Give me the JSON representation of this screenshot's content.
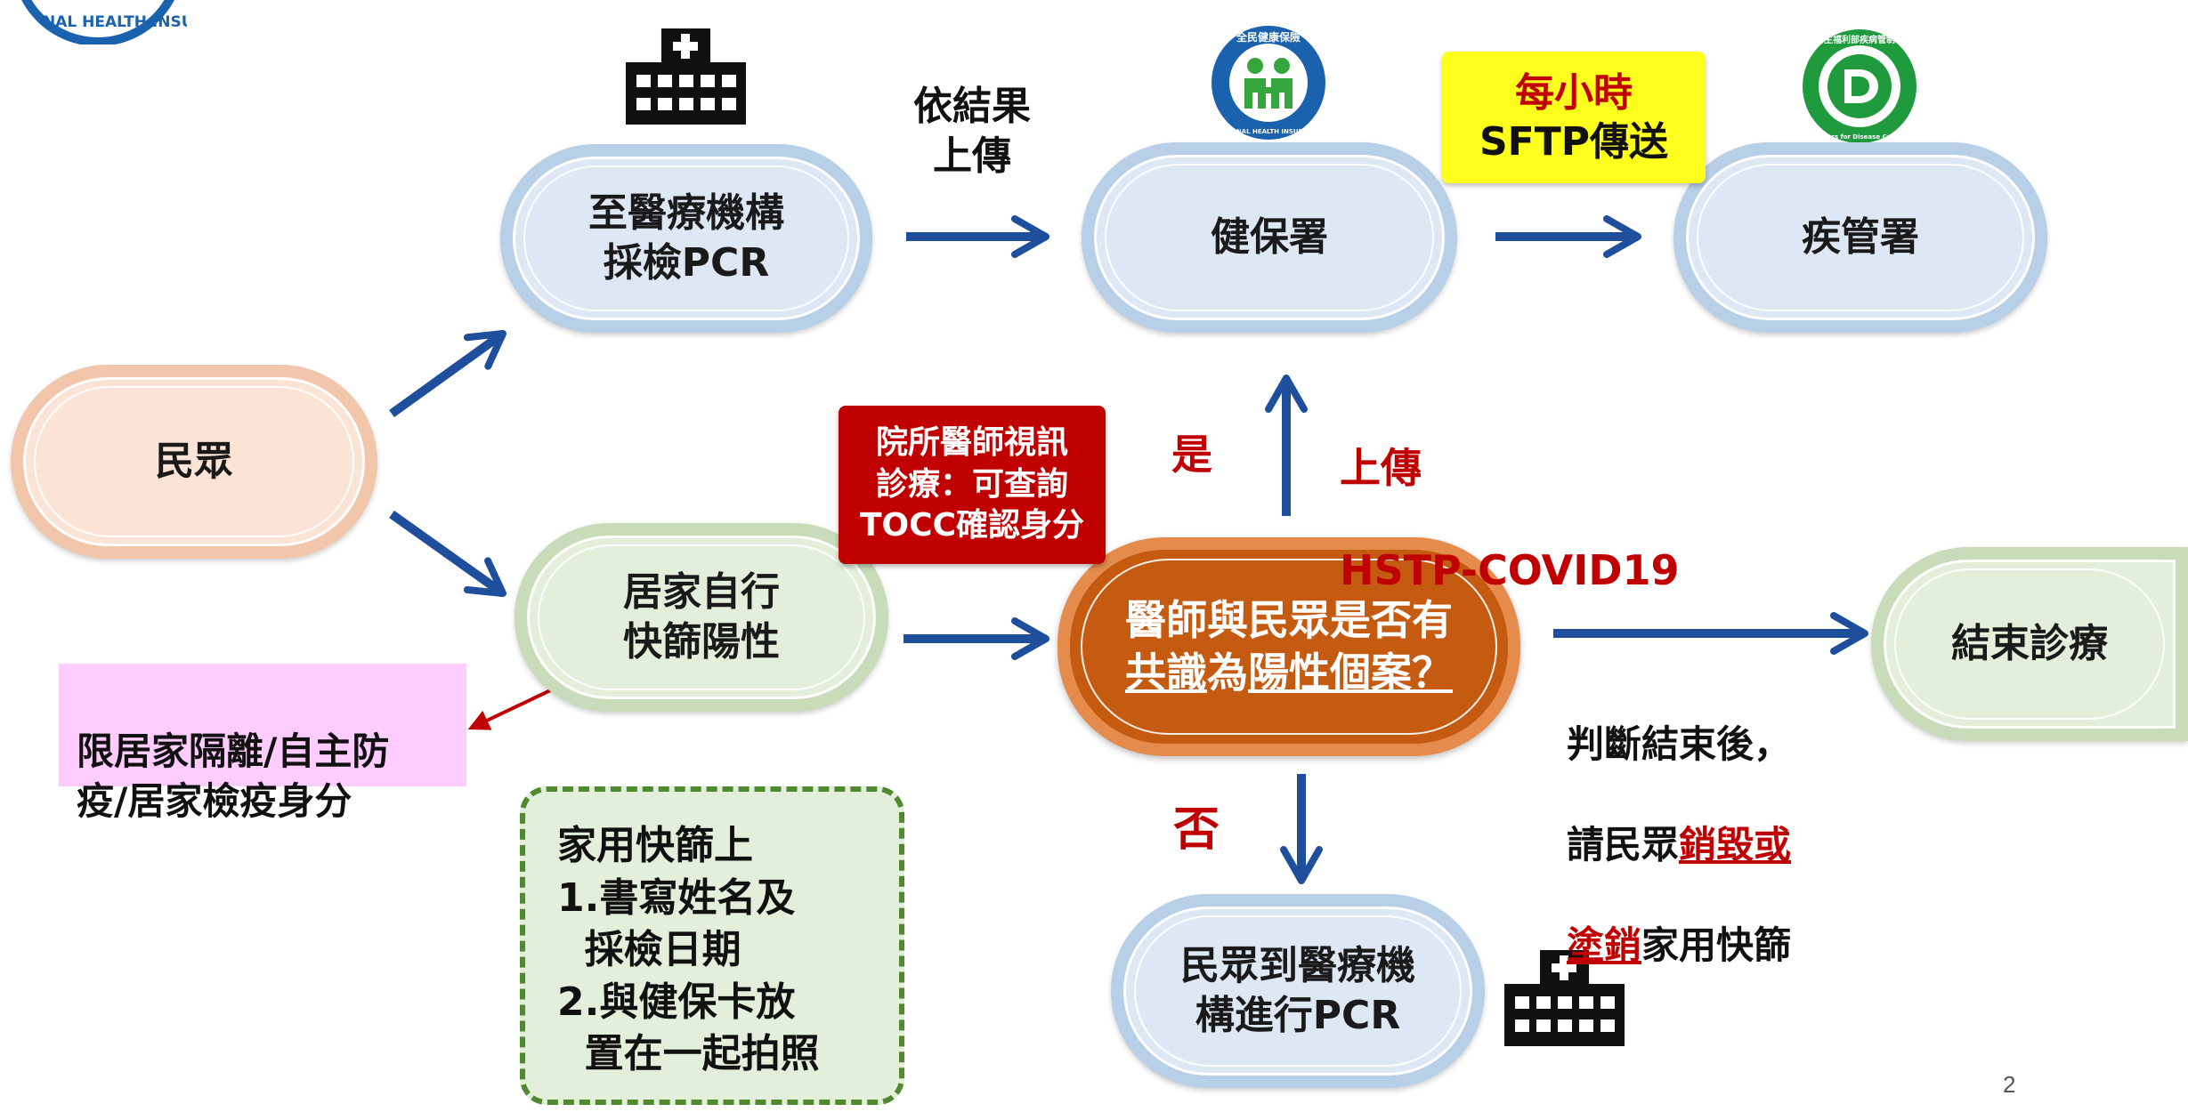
{
  "colors": {
    "arrow": "#1f4e9c",
    "accent_red": "#c00000",
    "node_blue_fill": "#dde8f4",
    "node_green_fill": "#e3efda",
    "node_peach_fill": "#fbe3d5",
    "decision_fill": "#c55a11",
    "highlight_yellow": "#ffff1e",
    "note_pink": "#ffccff"
  },
  "icons": {
    "nhi_logo_corner": "national-health-insurance-logo",
    "hospital_top": "hospital-building-icon",
    "nhi_logo": "national-health-insurance-logo",
    "cdc_logo": "centers-for-disease-control-logo",
    "hospital_bottom": "hospital-building-icon"
  },
  "logos": {
    "corner_text": "NAL HEALTH INSU",
    "nhi_text": "NATIONAL HEALTH INSURANCE",
    "nhi_cn": "全民健康保險",
    "cdc_text": "Centers for Disease Control",
    "cdc_cn": "衛生福利部疾病管制署"
  },
  "nodes": {
    "public": "民眾",
    "hospital_pcr": "至醫療機構\n採檢PCR",
    "nhia": "健保署",
    "cdc": "疾管署",
    "home_test": "居家自行\n快篩陽性",
    "decision_line1": "醫師與民眾是否有",
    "decision_line2_a": "共識",
    "decision_line2_b": "為",
    "decision_line2_c": "陽性個案",
    "decision_line2_d": "？",
    "end": "結束診療",
    "goto_pcr": "民眾到醫療機\n構進行PCR"
  },
  "labels": {
    "upload_by_result": "依結果\n上傳",
    "hourly": "每小時",
    "sftp": "SFTP傳送",
    "yes": "是",
    "no": "否",
    "upload_hstp_1": "上傳",
    "upload_hstp_2": "HSTP-COVID19",
    "video_consult": "院所醫師視訊\n診療：可查詢\nTOCC確認身分",
    "restriction": "限居家隔離/自主防\n疫/居家檢疫身分",
    "after_judgement_1": "判斷結束後，",
    "after_judgement_2a": "請民眾",
    "after_judgement_2b": "銷毀或",
    "after_judgement_3a": "塗銷",
    "after_judgement_3b": "家用快篩"
  },
  "home_test_note": {
    "lines": [
      "家用快篩上",
      "1.書寫姓名及",
      "  採檢日期",
      "2.與健保卡放",
      "  置在一起拍照"
    ]
  },
  "page_number": "2"
}
